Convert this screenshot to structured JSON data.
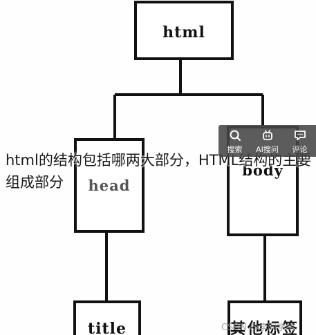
{
  "diagram": {
    "nodes": {
      "root": "html",
      "head": "head",
      "body": "body",
      "title": "title",
      "other": "其他标签"
    }
  },
  "overlay": {
    "title": "html的结构包括哪两大部分，HTML结构的主要组成部分"
  },
  "toolbar": {
    "items": [
      {
        "label": "搜索",
        "icon": "search-icon"
      },
      {
        "label": "AI搜问",
        "icon": "ai-robot-icon"
      },
      {
        "label": "评论",
        "icon": "comment-icon"
      }
    ]
  },
  "watermark": {
    "text": "CSDN @李同学结"
  },
  "colors": {
    "line": "#111111",
    "toolbar_bg": "#464646"
  }
}
